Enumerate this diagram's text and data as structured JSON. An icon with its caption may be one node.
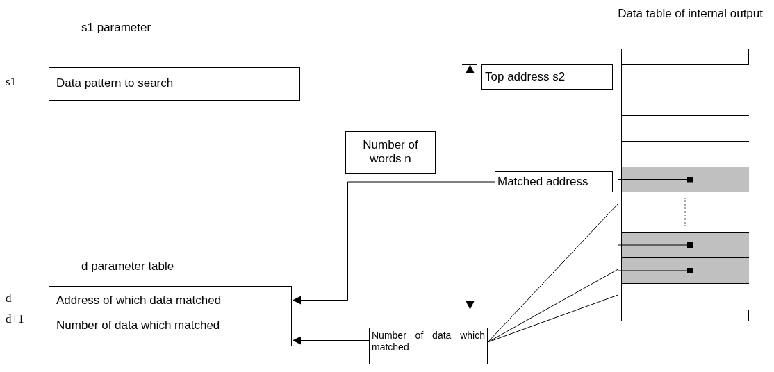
{
  "diagram": {
    "nodes": [
      {
        "text": [
          "Data pattern to search"
        ]
      },
      {
        "text": [
          "Top address s2"
        ]
      },
      {
        "text": [
          "Number of words n"
        ]
      },
      {
        "text": [
          "Matched address"
        ]
      },
      {
        "text": [
          "Address of which data matched"
        ]
      },
      {
        "text": [
          "Number of data which matched"
        ]
      },
      {
        "text": [
          "Number of data which matched"
        ]
      },
      {
        "text": [
          "Data table of internal output"
        ]
      },
      {
        "text": [],
        "shape": "box",
        "in": 7
      },
      {
        "text": [],
        "shape": "box",
        "in": 7
      },
      {
        "text": [],
        "shape": "box",
        "in": 7
      },
      {
        "text": [],
        "shape": "box",
        "in": 7
      },
      {
        "text": [],
        "shape": "box",
        "in": 7
      },
      {
        "text": [],
        "shape": "box",
        "in": 7
      },
      {
        "text": [],
        "shape": "box",
        "in": 7
      },
      {
        "text": [],
        "shape": "box",
        "in": 7
      },
      {
        "text": [],
        "shape": "box",
        "in": 7
      }
    ],
    "edges": [
      {
        "from": 3,
        "to": 4,
        "arrow": "to"
      },
      {
        "from": 6,
        "to": 5,
        "arrow": "to"
      },
      {
        "from": 6,
        "to": 12,
        "arrow": "other"
      },
      {
        "from": 6,
        "to": 14,
        "arrow": "other"
      },
      {
        "from": 6,
        "to": 15,
        "arrow": "other"
      }
    ],
    "labels": [
      "s1 parameter",
      "s1",
      "d parameter table",
      "d",
      "d+1"
    ]
  }
}
